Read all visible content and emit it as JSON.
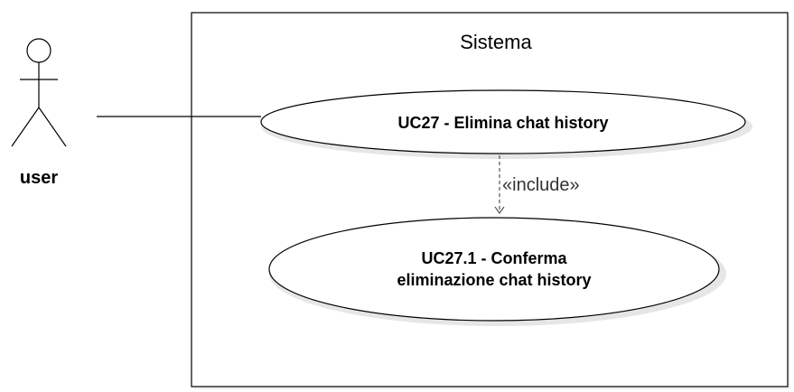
{
  "system": {
    "title": "Sistema"
  },
  "actor": {
    "name": "user"
  },
  "use_cases": [
    {
      "lines": [
        "UC27 - Elimina chat history"
      ]
    },
    {
      "lines": [
        "UC27.1 - Conferma",
        "eliminazione chat history"
      ]
    }
  ],
  "relationship": {
    "stereotype": "«include»"
  },
  "colors": {
    "stroke": "#000000",
    "fill": "#ffffff",
    "shadow": "#e6e6e6",
    "stereotype_text": "#333333"
  }
}
